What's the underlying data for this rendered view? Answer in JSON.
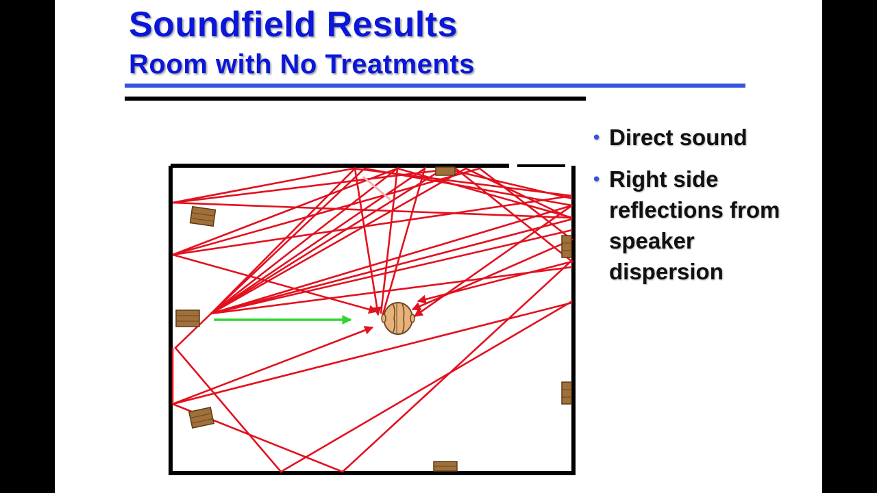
{
  "slide": {
    "title": "Soundfield Results",
    "subtitle": "Room with No Treatments",
    "bullets": [
      "Direct sound",
      "Right side reflections from speaker dispersion"
    ]
  },
  "colors": {
    "title": "#0a17d8",
    "accent_rule": "#3454e0",
    "bullet_marker": "#3454e0",
    "reflection_ray": "#e3101e",
    "direct_ray": "#2fd62f",
    "room_wall": "#000000",
    "object_wood": "#a0703a"
  },
  "icons": {
    "bullet": "bullet-dot-icon",
    "listener": "listener-head-icon",
    "speaker": "speaker-box-icon"
  }
}
